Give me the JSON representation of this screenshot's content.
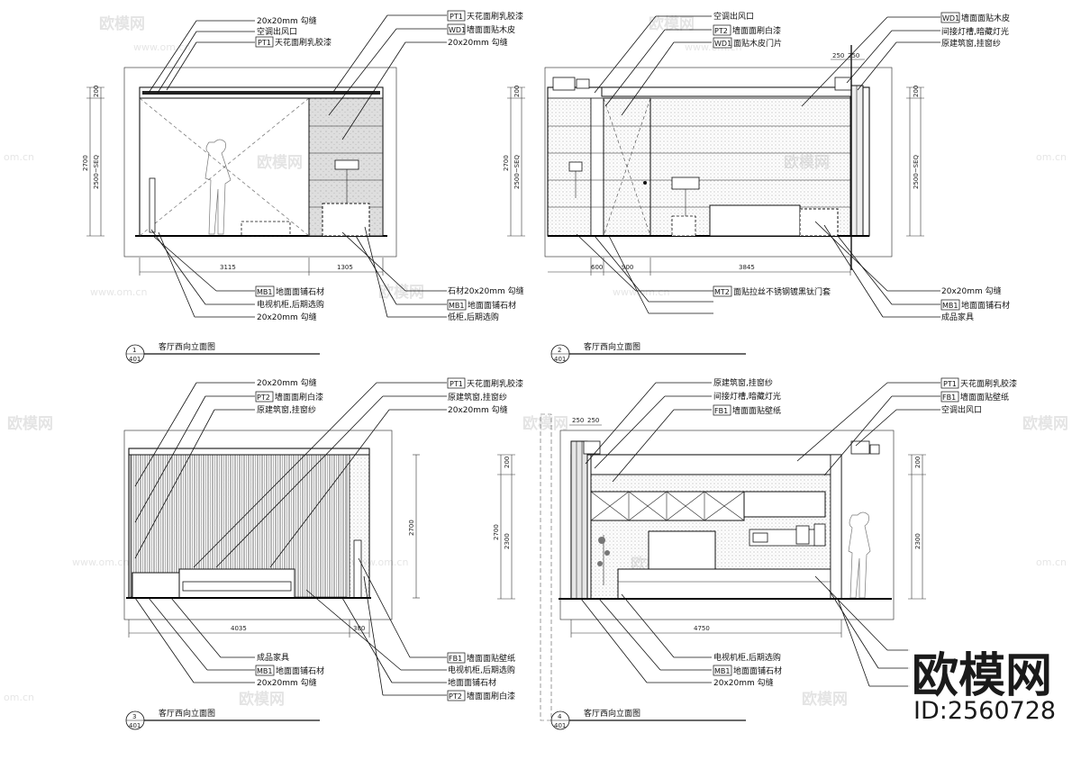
{
  "watermark": {
    "brand": "欧模网",
    "site": "www.om.cn",
    "short": "om.cn"
  },
  "logo": {
    "brand": "欧模网",
    "id": "ID:2560728"
  },
  "views": [
    {
      "number": "1",
      "sheet": "401",
      "title": "客厅西向立面图",
      "dims": {
        "total_h": "2700",
        "ceiling_h": "200",
        "clear_h": "2500~SEQ",
        "w1": "3115",
        "w2": "1305"
      },
      "callouts_top_left": [
        {
          "code": "",
          "text": "20x20mm 勾缝"
        },
        {
          "code": "",
          "text": "空调出风口"
        },
        {
          "code": "PT1",
          "text": "天花面刷乳胶漆"
        }
      ],
      "callouts_top_right": [
        {
          "code": "PT1",
          "text": "天花面刷乳胶漆"
        },
        {
          "code": "WD1",
          "text": "墙面面贴木皮"
        },
        {
          "code": "",
          "text": "20x20mm 勾缝"
        }
      ],
      "callouts_bottom_left": [
        {
          "code": "MB1",
          "text": "地面面铺石材"
        },
        {
          "code": "",
          "text": "电视机柜,后期选购"
        },
        {
          "code": "",
          "text": "20x20mm 勾缝"
        }
      ],
      "callouts_bottom_right": [
        {
          "code": "",
          "text": "石材20x20mm 勾缝"
        },
        {
          "code": "MB1",
          "text": "地面面铺石材"
        },
        {
          "code": "",
          "text": "低柜,后期选购"
        }
      ]
    },
    {
      "number": "2",
      "sheet": "401",
      "title": "客厅西向立面图",
      "dims": {
        "total_h": "2700",
        "ceiling_h": "200",
        "clear_h": "2500~SEQ",
        "w0": "600",
        "w1": "900",
        "w2": "3845",
        "top1": "250",
        "top2": "250"
      },
      "callouts_top_left": [
        {
          "code": "",
          "text": "空调出风口"
        },
        {
          "code": "PT2",
          "text": "墙面面刷白漆"
        },
        {
          "code": "WD1",
          "text": "面贴木皮门片"
        }
      ],
      "callouts_top_right": [
        {
          "code": "WD1",
          "text": "墙面面贴木皮"
        },
        {
          "code": "",
          "text": "间接灯槽,暗藏灯光"
        },
        {
          "code": "",
          "text": "原建筑窗,挂窗纱"
        }
      ],
      "callouts_bottom_left": [
        {
          "code": "MT2",
          "text": "面贴拉丝不锈钢镀黑钛门套"
        }
      ],
      "callouts_bottom_right": [
        {
          "code": "",
          "text": "20x20mm 勾缝"
        },
        {
          "code": "MB1",
          "text": "地面面铺石材"
        },
        {
          "code": "",
          "text": "成品家具"
        }
      ]
    },
    {
      "number": "3",
      "sheet": "401",
      "title": "客厅西向立面图",
      "dims": {
        "total_h": "2700",
        "w1": "4035",
        "w2": "380"
      },
      "callouts_top_left": [
        {
          "code": "",
          "text": "20x20mm 勾缝"
        },
        {
          "code": "PT2",
          "text": "墙面面刷白漆"
        },
        {
          "code": "",
          "text": "原建筑窗,挂窗纱"
        }
      ],
      "callouts_top_right": [
        {
          "code": "PT1",
          "text": "天花面刷乳胶漆"
        },
        {
          "code": "",
          "text": "原建筑窗,挂窗纱"
        },
        {
          "code": "",
          "text": "20x20mm 勾缝"
        }
      ],
      "callouts_bottom_left": [
        {
          "code": "",
          "text": "成品家具"
        },
        {
          "code": "MB1",
          "text": "地面面铺石材"
        },
        {
          "code": "",
          "text": "20x20mm 勾缝"
        }
      ],
      "callouts_bottom_right": [
        {
          "code": "FB1",
          "text": "墙面面贴壁纸"
        },
        {
          "code": "",
          "text": "电视机柜,后期选购"
        },
        {
          "code": "",
          "text": "地面面铺石材"
        },
        {
          "code": "PT2",
          "text": "墙面面刷白漆"
        }
      ]
    },
    {
      "number": "4",
      "sheet": "401",
      "title": "客厅西向立面图",
      "dims": {
        "total_h": "2700",
        "ceiling_h": "200",
        "clear_h": "2300",
        "w1": "4750",
        "top1": "250",
        "top2": "250"
      },
      "callouts_top_left": [
        {
          "code": "",
          "text": "原建筑窗,挂窗纱"
        },
        {
          "code": "",
          "text": "间接灯槽,暗藏灯光"
        },
        {
          "code": "FB1",
          "text": "墙面面贴壁纸"
        }
      ],
      "callouts_top_right": [
        {
          "code": "PT1",
          "text": "天花面刷乳胶漆"
        },
        {
          "code": "FB1",
          "text": "墙面面贴壁纸"
        },
        {
          "code": "",
          "text": "空调出风口"
        }
      ],
      "callouts_bottom_left": [
        {
          "code": "",
          "text": "电视机柜,后期选购"
        },
        {
          "code": "MB1",
          "text": "地面面铺石材"
        },
        {
          "code": "",
          "text": "20x20mm 勾缝"
        }
      ],
      "callouts_bottom_right": []
    }
  ]
}
